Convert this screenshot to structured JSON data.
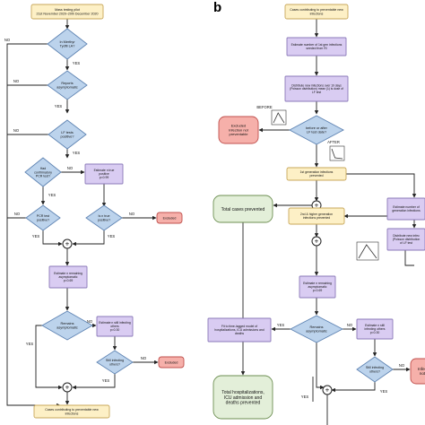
{
  "panel_b_label": "b",
  "colors": {
    "purple": "#d9ccf2",
    "purple_stroke": "#8a79b8",
    "blue": "#bcd3ec",
    "blue_stroke": "#5f84b3",
    "yellow": "#fdf0c6",
    "yellow_stroke": "#c8a75a",
    "red": "#f6b0aa",
    "red_stroke": "#c0504d",
    "green": "#e3efd9",
    "green_stroke": "#6d8f52",
    "line": "#222222"
  },
  "left": {
    "start": [
      "Mass testing pilot",
      "21st November 2020–20th December 2020"
    ],
    "d1": [
      "In Merthyr",
      "Tydfil LA?"
    ],
    "d2": [
      "Reports",
      "asymptomatic"
    ],
    "d3": [
      "LF tests",
      "positive?"
    ],
    "d4": [
      "Had",
      "confirmatory",
      "PCR test?"
    ],
    "p1": [
      "Estimate n true",
      "positive",
      "p=0.99"
    ],
    "d5": [
      "PCR test",
      "positive?"
    ],
    "d6": [
      "Is n true",
      "positive?"
    ],
    "excluded1": "Excluded",
    "p2": [
      "Estimate n remaining",
      "asymptomatic",
      "p=0.69"
    ],
    "d7": [
      "Remains",
      "asymptomatic"
    ],
    "p3": [
      "Estimate n still infecting",
      "others",
      "p=0.30"
    ],
    "d8": [
      "Still infecting",
      "others?"
    ],
    "excluded2": "Excluded",
    "end": [
      "Cases contributing to preventable new",
      "infections"
    ]
  },
  "right": {
    "start": [
      "Cases contributing to preventable new",
      "infections"
    ],
    "p1": [
      "Estimate number of 1st gen infections",
      "seeded from RI"
    ],
    "p2": [
      "Distribute new infections over 10 days",
      "(Poisson distribution) mean (λ) is dose of",
      "LF test"
    ],
    "before": "BEFORE",
    "after": "AFTER",
    "excluded": [
      "Excluded",
      "Infection not",
      "preventable"
    ],
    "d1": [
      "before or after",
      "LF test date?"
    ],
    "gen1": [
      "1st generation infections",
      "prevented"
    ],
    "p3": [
      "Estimate number of",
      "generation infections"
    ],
    "p4": [
      "Distribute new infec",
      "(Poisson distribution",
      "of LF test"
    ],
    "total": "Total cases prevented",
    "gen2": [
      "2nd & higher generation",
      "infections prevented"
    ],
    "p5": [
      "Estimate n remaining",
      "asymptomatic",
      "p=0.69"
    ],
    "d2": [
      "Remains",
      "asymptomatic"
    ],
    "p6": [
      "Estimate n still",
      "infecting others",
      "p=0.30"
    ],
    "model": [
      "Fit to time-lagged model of",
      "hospitalizations, ICU admissions and",
      "deaths"
    ],
    "d3": [
      "Still infecting",
      "others?"
    ],
    "excluded2": [
      "Infec",
      "not"
    ],
    "final": [
      "Total hospitalizations,",
      "ICU admission and",
      "deaths prevented"
    ]
  },
  "labels": {
    "no": "NO",
    "yes": "YES",
    "plus": "+"
  }
}
